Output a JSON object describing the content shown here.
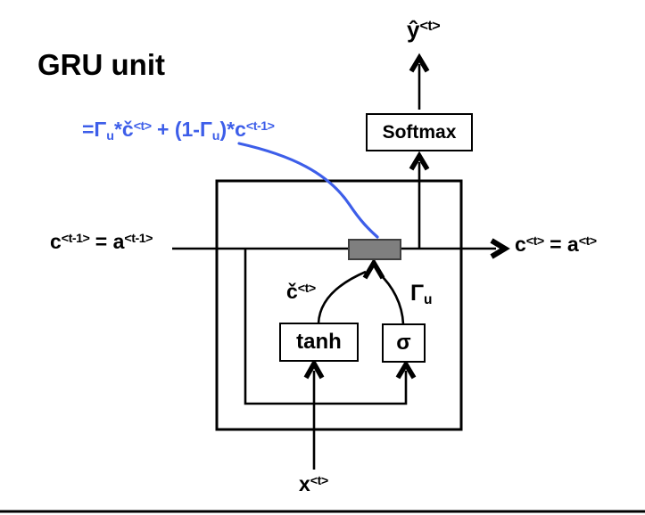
{
  "title": "GRU unit",
  "colors": {
    "accent_blue": "#3D5EE9",
    "memory_cell_fill": "#7F7F7F",
    "memory_cell_border": "#3F3F3F",
    "line_black": "#000000",
    "background": "#FFFFFF"
  },
  "formula": {
    "p1": "=Γ",
    "sub1": "u",
    "p2": "*č",
    "s1": "<t>",
    "p3": " + (1-Γ",
    "sub2": "u",
    "p4": ")*c",
    "s2": "<t-1>"
  },
  "labels": {
    "y_hat": {
      "p1": "ŷ",
      "s1": "<t>"
    },
    "c_prev": {
      "p1": "c",
      "s1": "<t-1>",
      "p2": " = a",
      "s2": "<t-1>"
    },
    "c_next": {
      "p1": "c",
      "s1": "<t>",
      "p2": " = a",
      "s2": "<t>"
    },
    "c_tilde": {
      "p1": "č",
      "s1": "<t>"
    },
    "gamma_u": {
      "p1": "Γ",
      "sub1": "u"
    },
    "x_input": {
      "p1": "x",
      "s1": "<t>"
    }
  },
  "boxes": {
    "softmax": "Softmax",
    "tanh": "tanh",
    "sigma": "σ"
  }
}
